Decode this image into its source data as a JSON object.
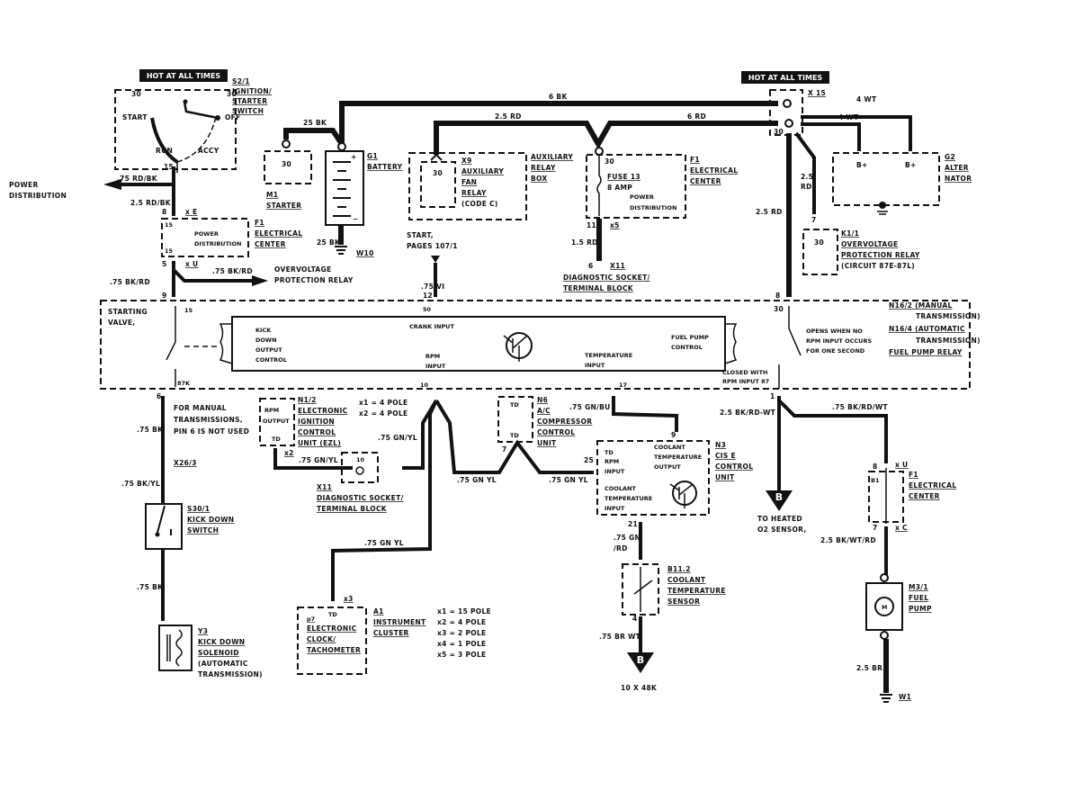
{
  "title": "Fuel Pump Relay / Control Circuit Wiring Diagram",
  "hot_labels": [
    "HOT AT ALL TIMES",
    "HOT AT ALL TIMES"
  ],
  "components": {
    "ignition_switch": {
      "id": "S2/1",
      "lines": [
        "IGNITION/",
        "STARTER",
        "SWITCH"
      ],
      "positions": [
        "START",
        "OFF",
        "RUN",
        "ACCY"
      ],
      "terminals": [
        "30",
        "30",
        "15"
      ]
    },
    "starter": {
      "id": "M1",
      "name": "STARTER",
      "terminal": "30"
    },
    "battery": {
      "id": "G1",
      "name": "BATTERY",
      "ground": "W10",
      "ground_wire": "25 BK"
    },
    "aux_fan_relay": {
      "id": "X9",
      "lines": [
        "AUXILIARY",
        "FAN",
        "RELAY",
        "(CODE C)"
      ],
      "terminal": "30"
    },
    "aux_relay_box": {
      "lines": [
        "AUXILIARY",
        "RELAY",
        "BOX"
      ]
    },
    "electrical_center_top": {
      "id": "F1",
      "lines": [
        "ELECTRICAL",
        "CENTER"
      ],
      "fuse": "FUSE 13",
      "amp": "8 AMP",
      "dist": [
        "POWER",
        "DISTRIBUTION"
      ],
      "pins": [
        "30",
        "11",
        "x5"
      ]
    },
    "x15": {
      "id": "X 15",
      "terminal": "30"
    },
    "alternator": {
      "id": "G2",
      "lines": [
        "ALTER",
        "NATOR"
      ],
      "terminals": [
        "B+",
        "B+"
      ]
    },
    "overvoltage_relay": {
      "id": "K1/1",
      "lines": [
        "OVERVOLTAGE",
        "PROTECTION RELAY",
        "(CIRCUIT 87E-87L)"
      ],
      "terminal": "30",
      "pin": "7"
    },
    "electrical_center_left": {
      "id": "F1",
      "lines": [
        "ELECTRICAL",
        "CENTER"
      ],
      "dist": [
        "POWER",
        "DISTRIBUTION"
      ],
      "pins": [
        "8",
        "x E",
        "15",
        "15",
        "5",
        "x U"
      ]
    },
    "diag_socket_top": {
      "id": "X11",
      "lines": [
        "DIAGNOSTIC SOCKET/",
        "TERMINAL BLOCK"
      ],
      "pin": "6"
    },
    "start_ref": {
      "lines": [
        "START,",
        "PAGES 107/1"
      ]
    },
    "relay_module": {
      "pins": [
        "9",
        "15",
        "50",
        "12",
        "6",
        "87K",
        "10",
        "17",
        "8",
        "30",
        "1"
      ],
      "labels": {
        "starting_valve": [
          "STARTING",
          "VALVE,"
        ],
        "kickdown": [
          "KICK",
          "DOWN",
          "OUTPUT",
          "CONTROL"
        ],
        "crank": "CRANK INPUT",
        "rpm": [
          "RPM",
          "INPUT"
        ],
        "temp": [
          "TEMPERATURE",
          "INPUT"
        ],
        "fuelpump": [
          "FUEL PUMP",
          "CONTROL"
        ],
        "closed": [
          "CLOSED WITH",
          "RPM INPUT 87"
        ],
        "opens": [
          "OPENS WHEN NO",
          "RPM INPUT OCCURS",
          "FOR ONE SECOND"
        ]
      },
      "names": [
        "N16/2 (MANUAL",
        "TRANSMISSION)",
        "N16/4 (AUTOMATIC",
        "TRANSMISSION)",
        "FUEL PUMP RELAY"
      ]
    },
    "manual_note": [
      "FOR MANUAL",
      "TRANSMISSIONS,",
      "PIN 6 IS NOT USED"
    ],
    "ignition_control": {
      "id": "N1/2",
      "lines": [
        "ELECTRONIC",
        "IGNITION",
        "CONTROL",
        "UNIT (EZL)"
      ],
      "inner": [
        "RPM",
        "OUTPUT",
        "TD"
      ],
      "pin": "x2",
      "poles": [
        "x1 = 4 POLE",
        "x2 = 4 POLE"
      ]
    },
    "diag_socket_mid": {
      "id": "X11",
      "lines": [
        "DIAGNOSTIC SOCKET/",
        "TERMINAL BLOCK"
      ],
      "pin": "10"
    },
    "ac_control": {
      "id": "N6",
      "lines": [
        "A/C",
        "COMPRESSOR",
        "CONTROL",
        "UNIT"
      ],
      "pins": [
        "TD",
        "TD",
        "7"
      ]
    },
    "cis_control": {
      "id": "N3",
      "lines": [
        "CIS E",
        "CONTROL",
        "UNIT"
      ],
      "inner": [
        "TD",
        "RPM",
        "INPUT",
        "COOLANT",
        "TEMPERATURE",
        "OUTPUT",
        "COOLANT",
        "TEMPERATURE",
        "INPUT"
      ],
      "pins": [
        "9",
        "25",
        "21"
      ]
    },
    "o2_sensor": {
      "letter": "B",
      "lines": [
        "TO HEATED",
        "O2 SENSOR,"
      ]
    },
    "electrical_center_right": {
      "id": "F1",
      "lines": [
        "ELECTRICAL",
        "CENTER"
      ],
      "pins": [
        "8",
        "x U",
        "B1",
        "7",
        "x C"
      ]
    },
    "kickdown_switch": {
      "id": "S30/1",
      "lines": [
        "KICK DOWN",
        "SWITCH"
      ],
      "connector": "X26/3"
    },
    "kickdown_solenoid": {
      "id": "Y3",
      "lines": [
        "KICK DOWN",
        "SOLENOID",
        "(AUTOMATIC",
        "TRANSMISSION)"
      ]
    },
    "instrument_cluster": {
      "id": "A1",
      "lines": [
        "INSTRUMENT",
        "CLUSTER"
      ],
      "inner": [
        "TD",
        "p7",
        "ELECTRONIC",
        "CLOCK/",
        "TACHOMETER"
      ],
      "pin": "x3",
      "poles": [
        "x1 = 15 POLE",
        "x2 = 4 POLE",
        "x3 = 2 POLE",
        "x4 = 1 POLE",
        "x5 = 3 POLE"
      ]
    },
    "coolant_sensor": {
      "id": "B11.2",
      "lines": [
        "COOLANT",
        "TEMPERATURE",
        "SENSOR"
      ],
      "pins": [
        "21",
        "4"
      ],
      "ground_letter": "B",
      "ground_ref": "10 X 48K"
    },
    "fuel_pump": {
      "id": "M3/1",
      "lines": [
        "FUEL",
        "PUMP"
      ],
      "motor": "M",
      "ground": "W1"
    }
  },
  "wires": {
    "power_dist_left": [
      "POWER",
      "DISTRIBUTION"
    ],
    "w_75_rd_bk": ".75 RD/BK",
    "w_25_rd_bk": "2.5 RD/BK",
    "w_75_bk_rd_a": ".75 BK/RD",
    "w_75_bk_rd_b": ".75 BK/RD",
    "overvoltage_arrow": [
      "OVERVOLTAGE",
      "PROTECTION RELAY"
    ],
    "w_6_bk": "6 BK",
    "w_25_bk": "25 BK",
    "w_25_rd": "2.5 RD",
    "w_6_rd": "6 RD",
    "w_4_wt_a": "4 WT",
    "w_4_wt_b": "4 WT",
    "w_25_rd_b": [
      "2.5",
      "RD"
    ],
    "w_25_rd_c": "2.5 RD",
    "w_15_rd": "1.5 RD",
    "w_75_vi": ".75 VI",
    "w_75_bk": ".75 BK",
    "w_75_bk_yl": ".75 BK/YL",
    "w_75_bk_b": ".75 BK",
    "w_75_gn_yl_a": ".75 GN/YL",
    "w_75_gn_yl_b": ".75 GN/YL",
    "w_75_gn_yl_c": ".75 GN YL",
    "w_75_gn_yl_d": ".75 GN YL",
    "w_75_gn_yl_e": ".75 GN YL",
    "w_75_gn_bu": ".75 GN/BU",
    "w_25_bk_rd_wt": "2.5 BK/RD-WT",
    "w_75_bk_rd_wt": ".75 BK/RD/WT",
    "w_25_bk_wt_rd": "2.5 BK/WT/RD",
    "w_75_gn_rd": [
      ".75 GN",
      "/RD"
    ],
    "w_75_br_wt": ".75 BR WT",
    "w_25_br": "2.5 BR"
  }
}
